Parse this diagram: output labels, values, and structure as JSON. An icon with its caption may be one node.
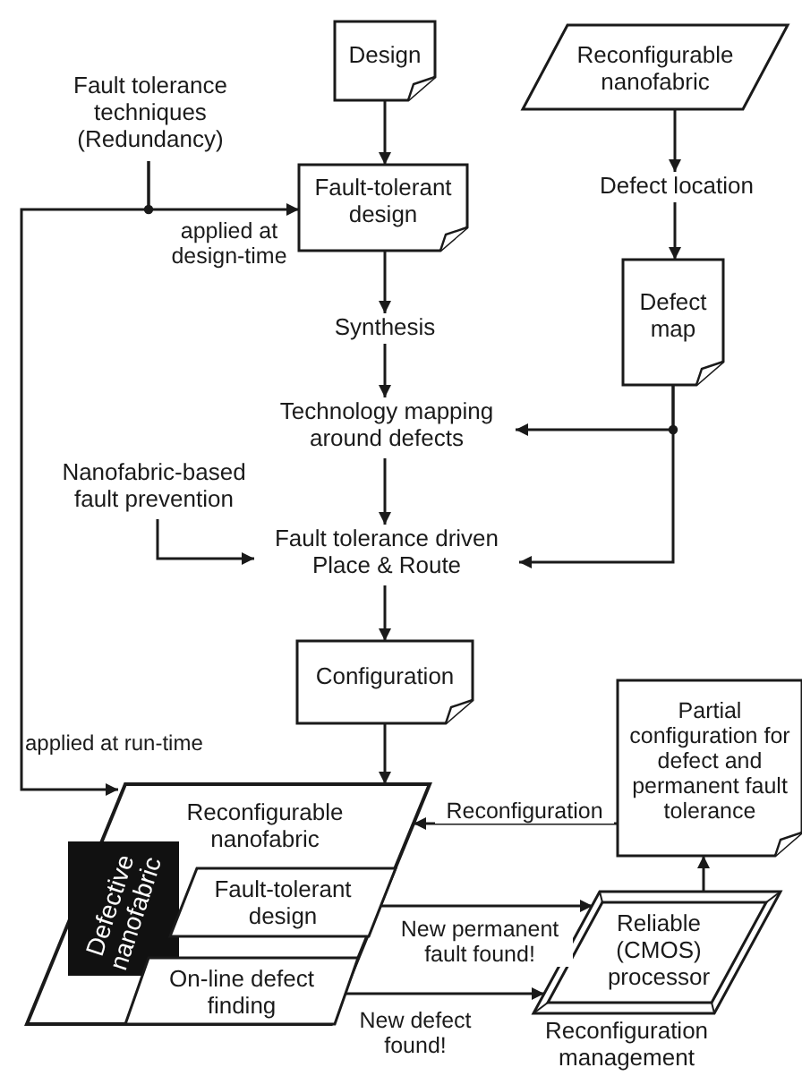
{
  "diagram": {
    "nodes": [
      {
        "text": [
          "Design"
        ]
      },
      {
        "text": [
          "Reconfigurable nanofabric"
        ]
      },
      {
        "text": [
          "Fault tolerance techniques (Redundancy)"
        ]
      },
      {
        "text": [
          "Fault-tolerant design"
        ]
      },
      {
        "text": [
          "Defect location"
        ]
      },
      {
        "text": [
          "Synthesis"
        ]
      },
      {
        "text": [
          "Defect map"
        ]
      },
      {
        "text": [
          "Technology mapping around defects"
        ]
      },
      {
        "text": [
          "Nanofabric-based fault prevention"
        ]
      },
      {
        "text": [
          "Fault tolerance driven Place & Route"
        ]
      },
      {
        "text": [
          "Configuration"
        ]
      },
      {
        "text": [
          "Partial configuration for defect and permanent fault tolerance"
        ]
      },
      {
        "text": [
          "Reconfigurable nanofabric"
        ]
      },
      {
        "text": [
          "Defective nanofabric"
        ],
        "in": 12
      },
      {
        "text": [
          "Fault-tolerant design"
        ],
        "in": 12
      },
      {
        "text": [
          "On-line defect finding"
        ],
        "in": 12
      },
      {
        "text": [
          "Reliable (CMOS) processor"
        ],
        "beside": [
          "Reconfiguration management"
        ]
      }
    ],
    "edges": [
      {
        "from": 0,
        "to": 3,
        "arrow": "to"
      },
      {
        "from": 1,
        "to": 4,
        "arrow": "to"
      },
      {
        "from": 4,
        "to": 6,
        "arrow": "to"
      },
      {
        "from": 3,
        "to": 5,
        "arrow": "to"
      },
      {
        "from": 5,
        "to": 7,
        "arrow": "to"
      },
      {
        "from": 6,
        "to": 7,
        "arrow": "to"
      },
      {
        "from": 6,
        "to": 9,
        "arrow": "to"
      },
      {
        "from": 7,
        "to": 9,
        "arrow": "to"
      },
      {
        "from": 8,
        "to": 9,
        "arrow": "to"
      },
      {
        "from": 9,
        "to": 10,
        "arrow": "to"
      },
      {
        "from": 10,
        "to": 12,
        "arrow": "to"
      },
      {
        "from": 2,
        "to": 3,
        "arrow": "to",
        "label": "applied at design-time"
      },
      {
        "from": 2,
        "to": 12,
        "arrow": "to",
        "label": "applied at run-time"
      },
      {
        "from": 11,
        "to": 12,
        "arrow": "to",
        "label": "Reconfiguration"
      },
      {
        "from": 14,
        "to": 16,
        "arrow": "to",
        "label": "New permanent fault found!"
      },
      {
        "from": 15,
        "to": 16,
        "arrow": "to",
        "label": "New defect found!"
      },
      {
        "from": 16,
        "to": 11,
        "arrow": "to"
      }
    ]
  }
}
